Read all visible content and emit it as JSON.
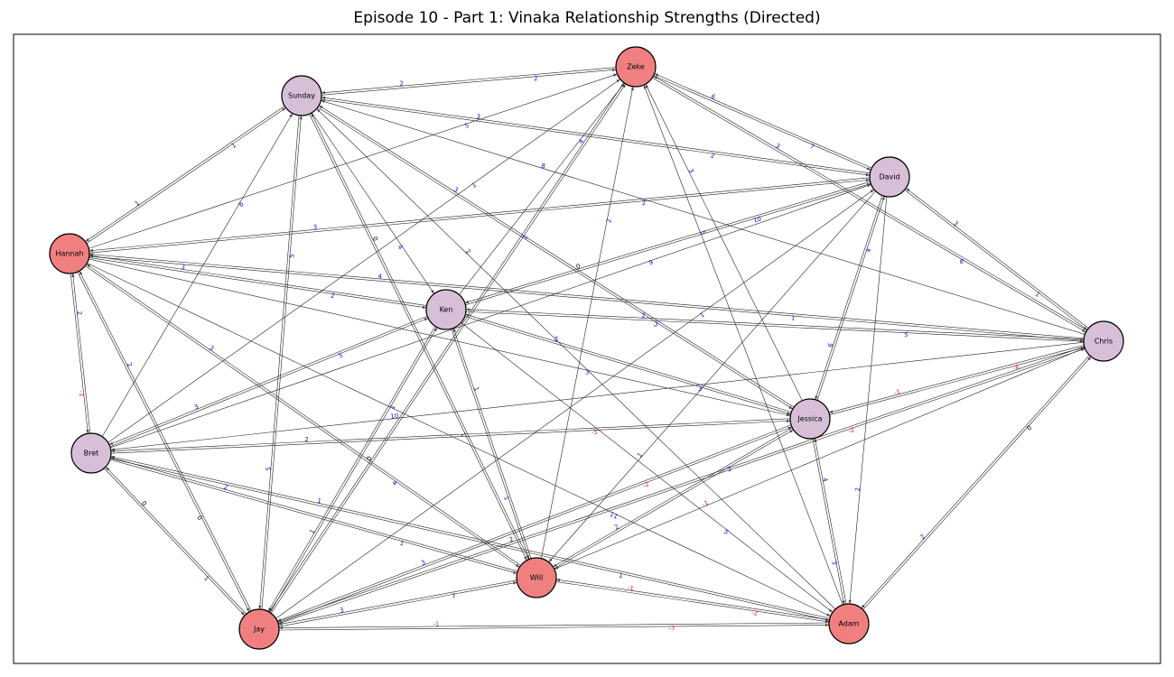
{
  "title": "Episode 10 - Part 1: Vinaka Relationship Strengths (Directed)",
  "colors": {
    "group_a": "#f08080",
    "group_b": "#d8bfd8",
    "positive_label": "#1010d0",
    "negative_label": "#e02020",
    "zero_label": "#000000"
  },
  "nodes": [
    {
      "id": "Zeke",
      "label": "Zeke",
      "group": "a"
    },
    {
      "id": "Sunday",
      "label": "Sunday",
      "group": "b"
    },
    {
      "id": "David",
      "label": "David",
      "group": "b"
    },
    {
      "id": "Hannah",
      "label": "Hannah",
      "group": "a"
    },
    {
      "id": "Ken",
      "label": "Ken",
      "group": "b"
    },
    {
      "id": "Chris",
      "label": "Chris",
      "group": "b"
    },
    {
      "id": "Jessica",
      "label": "Jessica",
      "group": "b"
    },
    {
      "id": "Bret",
      "label": "Bret",
      "group": "b"
    },
    {
      "id": "Will",
      "label": "Will",
      "group": "a"
    },
    {
      "id": "Jay",
      "label": "Jay",
      "group": "a"
    },
    {
      "id": "Adam",
      "label": "Adam",
      "group": "a"
    }
  ],
  "edges": [
    {
      "from": "Sunday",
      "to": "Zeke",
      "weight": "2"
    },
    {
      "from": "Zeke",
      "to": "Sunday",
      "weight": "2"
    },
    {
      "from": "Zeke",
      "to": "David",
      "weight": "7"
    },
    {
      "from": "David",
      "to": "Zeke",
      "weight": "6"
    },
    {
      "from": "Chris",
      "to": "Zeke",
      "weight": "3"
    },
    {
      "from": "Zeke",
      "to": "Chris",
      "weight": "6"
    },
    {
      "from": "Hannah",
      "to": "Zeke",
      "weight": "5"
    },
    {
      "from": "Ken",
      "to": "Zeke",
      "weight": "4"
    },
    {
      "from": "Bret",
      "to": "Zeke",
      "weight": "1"
    },
    {
      "from": "Jay",
      "to": "Zeke",
      "weight": "1"
    },
    {
      "from": "Will",
      "to": "Zeke",
      "weight": "2"
    },
    {
      "from": "Adam",
      "to": "Zeke",
      "weight": "5"
    },
    {
      "from": "Jessica",
      "to": "Zeke",
      "weight": "3"
    },
    {
      "from": "Zeke",
      "to": "Jay",
      "weight": "0"
    },
    {
      "from": "Sunday",
      "to": "David",
      "weight": "2"
    },
    {
      "from": "David",
      "to": "Sunday",
      "weight": "3"
    },
    {
      "from": "Hannah",
      "to": "Sunday",
      "weight": "1"
    },
    {
      "from": "Sunday",
      "to": "Hannah",
      "weight": "1"
    },
    {
      "from": "Bret",
      "to": "Sunday",
      "weight": "8"
    },
    {
      "from": "Jay",
      "to": "Sunday",
      "weight": "5"
    },
    {
      "from": "Sunday",
      "to": "Jay",
      "weight": "5"
    },
    {
      "from": "Sunday",
      "to": "Will",
      "weight": "1"
    },
    {
      "from": "Sunday",
      "to": "Ken",
      "weight": "4"
    },
    {
      "from": "Adam",
      "to": "Sunday",
      "weight": "2"
    },
    {
      "from": "Jessica",
      "to": "Sunday",
      "weight": "3"
    },
    {
      "from": "Chris",
      "to": "Sunday",
      "weight": "8"
    },
    {
      "from": "Sunday",
      "to": "Jessica",
      "weight": "3"
    },
    {
      "from": "Hannah",
      "to": "David",
      "weight": "2"
    },
    {
      "from": "David",
      "to": "Hannah",
      "weight": "3"
    },
    {
      "from": "Chris",
      "to": "David",
      "weight": "3"
    },
    {
      "from": "David",
      "to": "Chris",
      "weight": "1"
    },
    {
      "from": "Ken",
      "to": "David",
      "weight": "10"
    },
    {
      "from": "David",
      "to": "Ken",
      "weight": "0"
    },
    {
      "from": "Bret",
      "to": "David",
      "weight": "9"
    },
    {
      "from": "David",
      "to": "Jessica",
      "weight": "6"
    },
    {
      "from": "Jessica",
      "to": "David",
      "weight": "4"
    },
    {
      "from": "David",
      "to": "Will",
      "weight": "1"
    },
    {
      "from": "Jay",
      "to": "David",
      "weight": "1"
    },
    {
      "from": "David",
      "to": "Adam",
      "weight": "2"
    },
    {
      "from": "Hannah",
      "to": "Ken",
      "weight": "2"
    },
    {
      "from": "Ken",
      "to": "Hannah",
      "weight": "3"
    },
    {
      "from": "Hannah",
      "to": "Chris",
      "weight": "1"
    },
    {
      "from": "Chris",
      "to": "Hannah",
      "weight": "4"
    },
    {
      "from": "Hannah",
      "to": "Bret",
      "weight": "-1"
    },
    {
      "from": "Bret",
      "to": "Hannah",
      "weight": "2"
    },
    {
      "from": "Hannah",
      "to": "Jessica",
      "weight": "3"
    },
    {
      "from": "Hannah",
      "to": "Jay",
      "weight": "0"
    },
    {
      "from": "Jay",
      "to": "Hannah",
      "weight": "2"
    },
    {
      "from": "Hannah",
      "to": "Will",
      "weight": "4"
    },
    {
      "from": "Will",
      "to": "Hannah",
      "weight": "3"
    },
    {
      "from": "Hannah",
      "to": "Adam",
      "weight": "11"
    },
    {
      "from": "Ken",
      "to": "Chris",
      "weight": "5"
    },
    {
      "from": "Chris",
      "to": "Ken",
      "weight": "2"
    },
    {
      "from": "Ken",
      "to": "Bret",
      "weight": "3"
    },
    {
      "from": "Bret",
      "to": "Ken",
      "weight": "5"
    },
    {
      "from": "Ken",
      "to": "Jessica",
      "weight": "3"
    },
    {
      "from": "Jessica",
      "to": "Ken",
      "weight": "5"
    },
    {
      "from": "Ken",
      "to": "Will",
      "weight": "1"
    },
    {
      "from": "Will",
      "to": "Ken",
      "weight": "1"
    },
    {
      "from": "Ken",
      "to": "Jay",
      "weight": "1"
    },
    {
      "from": "Jay",
      "to": "Ken",
      "weight": "1"
    },
    {
      "from": "Ken",
      "to": "Adam",
      "weight": "5"
    },
    {
      "from": "Chris",
      "to": "Bret",
      "weight": "10"
    },
    {
      "from": "Chris",
      "to": "Jessica",
      "weight": "-1"
    },
    {
      "from": "Jessica",
      "to": "Chris",
      "weight": "-6"
    },
    {
      "from": "Chris",
      "to": "Will",
      "weight": "-1"
    },
    {
      "from": "Chris",
      "to": "Jay",
      "weight": "2"
    },
    {
      "from": "Chris",
      "to": "Adam",
      "weight": "2"
    },
    {
      "from": "Adam",
      "to": "Chris",
      "weight": "0"
    },
    {
      "from": "Jessica",
      "to": "Bret",
      "weight": "2"
    },
    {
      "from": "Bret",
      "to": "Jessica",
      "weight": "-5"
    },
    {
      "from": "Bret",
      "to": "Jay",
      "weight": "1"
    },
    {
      "from": "Jay",
      "to": "Bret",
      "weight": "0"
    },
    {
      "from": "Bret",
      "to": "Will",
      "weight": "1"
    },
    {
      "from": "Will",
      "to": "Bret",
      "weight": "2"
    },
    {
      "from": "Bret",
      "to": "Adam",
      "weight": "1"
    },
    {
      "from": "Adam",
      "to": "Bret",
      "weight": "1"
    },
    {
      "from": "Jessica",
      "to": "Will",
      "weight": "2"
    },
    {
      "from": "Will",
      "to": "Jessica",
      "weight": "2"
    },
    {
      "from": "Jessica",
      "to": "Jay",
      "weight": "3"
    },
    {
      "from": "Jay",
      "to": "Jessica",
      "weight": "-2"
    },
    {
      "from": "Jessica",
      "to": "Adam",
      "weight": "3"
    },
    {
      "from": "Adam",
      "to": "Jessica",
      "weight": "4"
    },
    {
      "from": "Jay",
      "to": "Will",
      "weight": "7"
    },
    {
      "from": "Will",
      "to": "Jay",
      "weight": "3"
    },
    {
      "from": "Will",
      "to": "Adam",
      "weight": "-2"
    },
    {
      "from": "Adam",
      "to": "Will",
      "weight": "-1"
    },
    {
      "from": "Jay",
      "to": "Adam",
      "weight": "-7"
    },
    {
      "from": "Adam",
      "to": "Jay",
      "weight": "-1"
    },
    {
      "from": "Will",
      "to": "Sunday",
      "weight": "0"
    },
    {
      "from": "Jay",
      "to": "Chris",
      "weight": "-2"
    }
  ]
}
